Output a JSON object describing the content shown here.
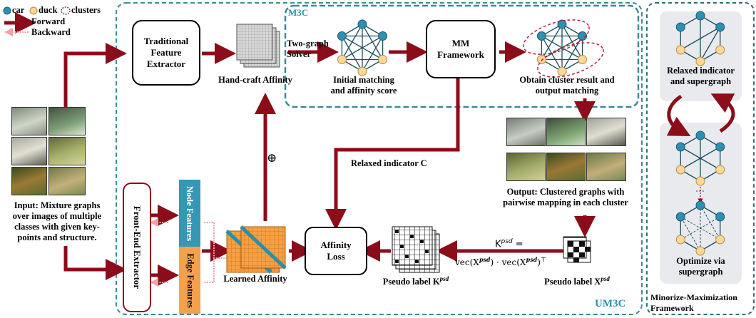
{
  "legend": {
    "car": "car",
    "duck": "duck",
    "clusters": "clusters",
    "forward": "Forward",
    "backward": "Backward"
  },
  "regions": {
    "m3c": "M3C",
    "um3c": "UM3C",
    "mm_title_line1": "Minorize-Maximization",
    "mm_title_line2": "Framework"
  },
  "boxes": {
    "traditional_line1": "Traditional",
    "traditional_line2": "Feature",
    "traditional_line3": "Extractor",
    "mm_line1": "MM",
    "mm_line2": "Framework",
    "affinity_loss_line1": "Affinity",
    "affinity_loss_line2": "Loss",
    "front_end": "Front-End Extractor",
    "node_features": "Node Features",
    "edge_features": "Edge Features"
  },
  "labels": {
    "two_graph_1": "Two-graph",
    "two_graph_2": "Solver",
    "hand_craft": "Hand-craft Affinity",
    "initial_1": "Initial matching",
    "initial_2": "and affinity score",
    "obtain_1": "Obtain cluster result and",
    "obtain_2": "output matching",
    "relaxed_indicator": "Relaxed indicator C",
    "output_1": "Output: Clustered graphs with",
    "output_2": "pairwise mapping in each cluster",
    "input_1": "Input: Mixture graphs",
    "input_2": "over images of multiple",
    "input_3": "classes with given key-",
    "input_4": "points and structure.",
    "learned_affinity": "Learned Affinity",
    "oplus": "⊕",
    "pseudo_label_k": "Pseudo label K",
    "pseudo_label_x": "Pseudo label X",
    "psd": "psd",
    "kpsd_eq_k": "K",
    "kpsd_eq_sign": " =",
    "vec_formula_a": "vec(X",
    "vec_formula_b": ") · vec(X",
    "vec_formula_c": ")",
    "transpose": "⊤",
    "relaxed_sg_1": "Relaxed indicator",
    "relaxed_sg_2": "and supergraph",
    "optimize_1": "Optimize via",
    "optimize_2": "supergraph"
  },
  "colors": {
    "forward": "#8b0d1a",
    "backward": "#f0a0a8",
    "car_node": "#2f8fb0",
    "duck_node": "#fbd79a",
    "dashed_border": "#3b8c95",
    "node_feature": "#3596b5",
    "edge_feature": "#f5a04c",
    "affinity_orange": "#f6a044",
    "affinity_diag": "#2a8fa8",
    "m3c_text": "#2a8fa8"
  }
}
